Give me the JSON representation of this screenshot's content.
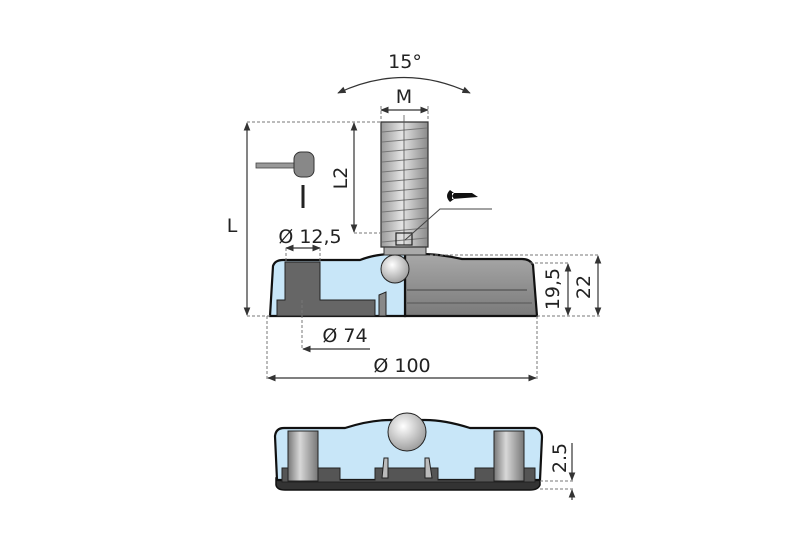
{
  "drawing": {
    "angle_label": "15°",
    "thread_label": "M",
    "overall_length_label": "L",
    "thread_length_label": "L2",
    "hole_diameter_label": "Ø 12,5",
    "hole_circle_label": "Ø 74",
    "base_diameter_label": "Ø 100",
    "body_height_label": "19,5",
    "total_height_label": "22",
    "pad_thickness_label": "2.5",
    "colors": {
      "section_fill": "#c8e6f8",
      "body_grey": "#8a8a8a",
      "dark_grey": "#555555",
      "outline": "#111111"
    },
    "icons": [
      "hammer-icon",
      "wrench-icon"
    ]
  }
}
